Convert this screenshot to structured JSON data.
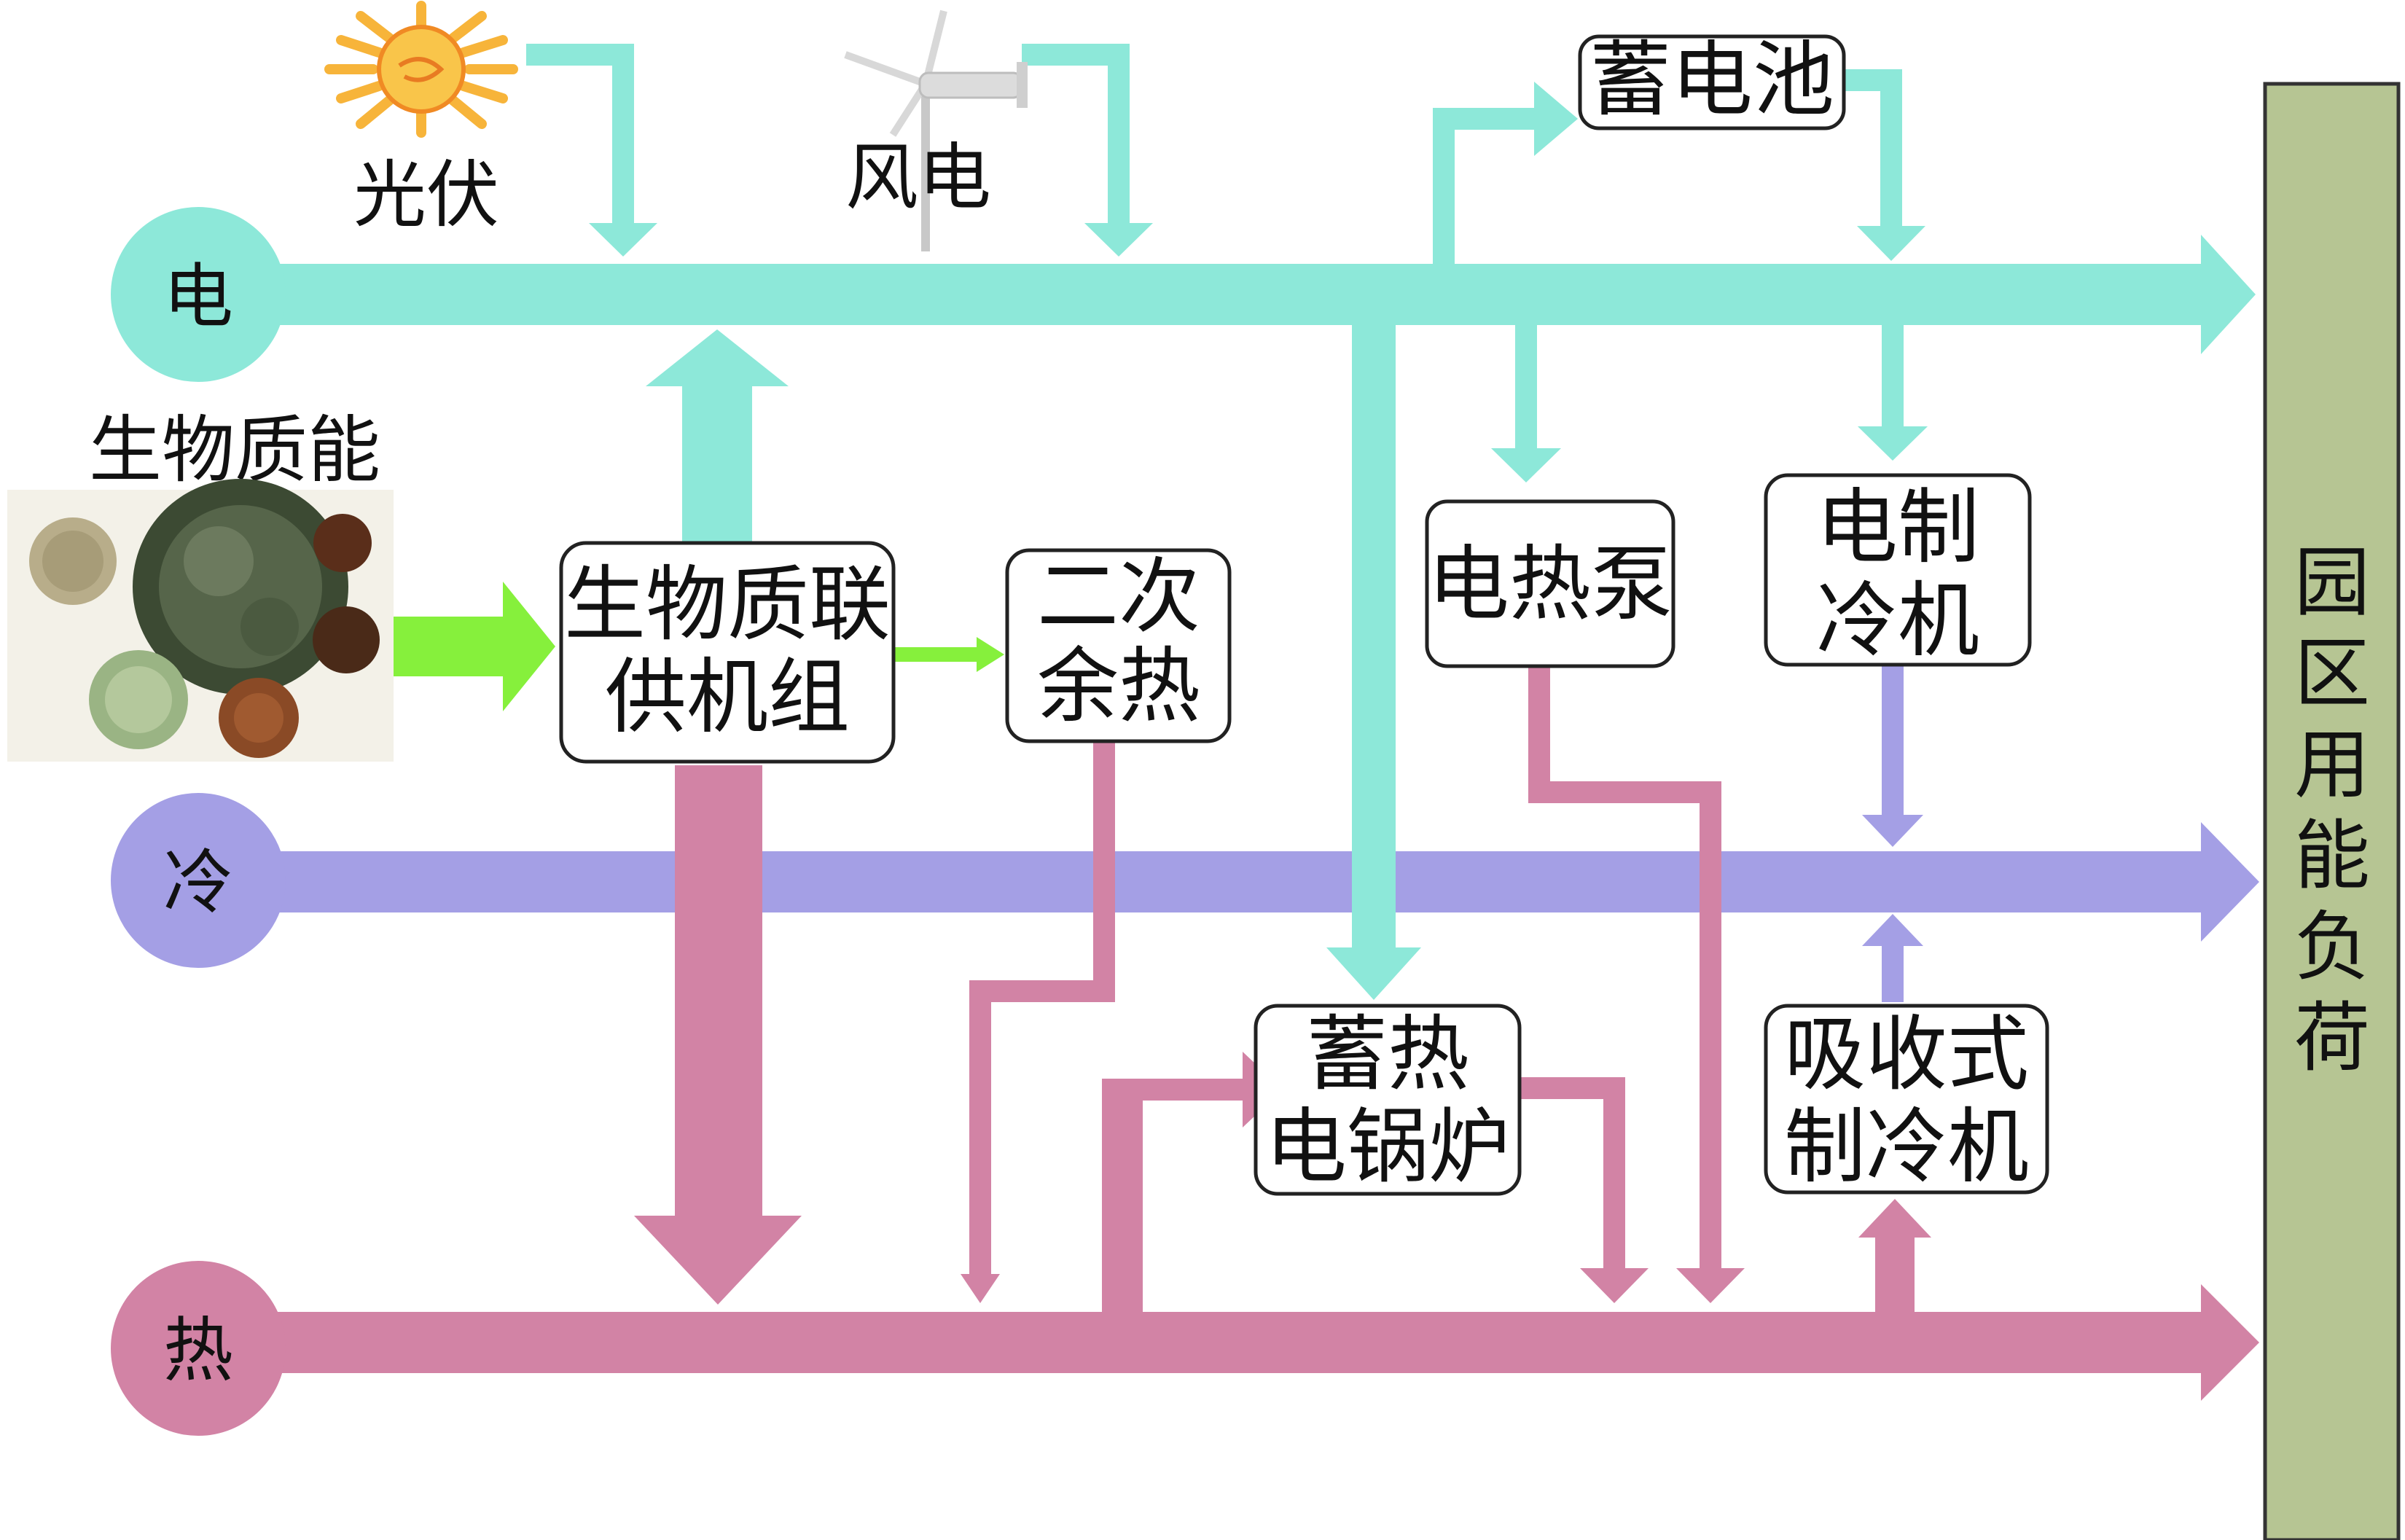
{
  "colors": {
    "electric": "#8de8d9",
    "cold": "#a49fe5",
    "heat": "#d283a5",
    "biomass": "#86f03c",
    "load_bar": "#b6c593",
    "sun": "#f7b43a"
  },
  "buses": {
    "electric": "电",
    "cold": "冷",
    "heat": "热"
  },
  "sources": {
    "pv": "光伏",
    "wind": "风电",
    "biomass": "生物质能"
  },
  "nodes": {
    "battery": "蓄电池",
    "chp_line1": "生物质联",
    "chp_line2": "供机组",
    "waste_line1": "二次",
    "waste_line2": "余热",
    "heatpump": "电热泵",
    "echiller_line1": "电制",
    "echiller_line2": "冷机",
    "boiler_line1": "蓄热",
    "boiler_line2": "电锅炉",
    "abs_line1": "吸收式",
    "abs_line2": "制冷机"
  },
  "load": "园区用能负荷",
  "icons": [
    "sun-icon",
    "wind-turbine-icon",
    "biomass-icon"
  ]
}
